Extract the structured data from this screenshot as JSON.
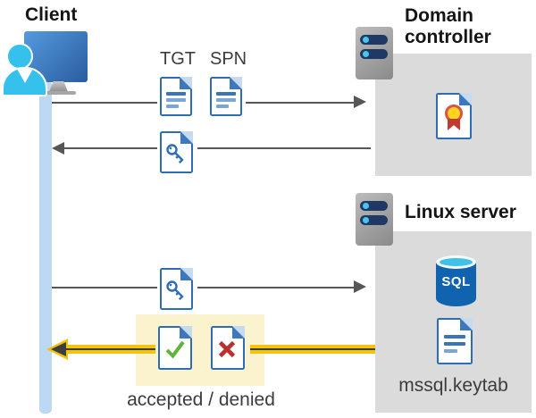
{
  "labels": {
    "client": "Client",
    "domain_controller": "Domain controller",
    "linux_server": "Linux server",
    "tgt": "TGT",
    "spn": "SPN",
    "sql": "SQL",
    "keytab_file": "mssql.keytab",
    "result": "accepted / denied"
  },
  "icons": {
    "client": "user-at-monitor-icon",
    "client_timeline": "timeline-bar",
    "domain_controller": "server-icon",
    "linux_server": "server-icon",
    "certificate": "certificate-document-icon",
    "tgt_ticket": "document-icon",
    "spn_ticket": "document-icon",
    "key_from_dc": "key-document-icon",
    "key_to_linux": "key-document-icon",
    "accepted": "check-document-icon",
    "denied": "x-document-icon",
    "sql_database": "sql-database-icon",
    "keytab": "document-icon"
  },
  "colors": {
    "document_blue": "#2e6db4",
    "fold_blue": "#3f77bc",
    "timeline_blue": "#bdd8f3",
    "person_cyan": "#35c1ec",
    "actor_box_gray": "#dbdbdb",
    "arrow_gray": "#565656",
    "highlight_yellow_bg": "#faf3ce",
    "arrow_yellow": "#f2c40d",
    "success_green": "#5fb53c",
    "error_red": "#bb2f2c",
    "cert_seal_gold": "#ffd41f",
    "cert_ribbon_red": "#c13a30",
    "sql_body_blue": "#0f63af",
    "sql_top_cyan": "#41c0e8",
    "server_pill_navy": "#1f3866"
  }
}
